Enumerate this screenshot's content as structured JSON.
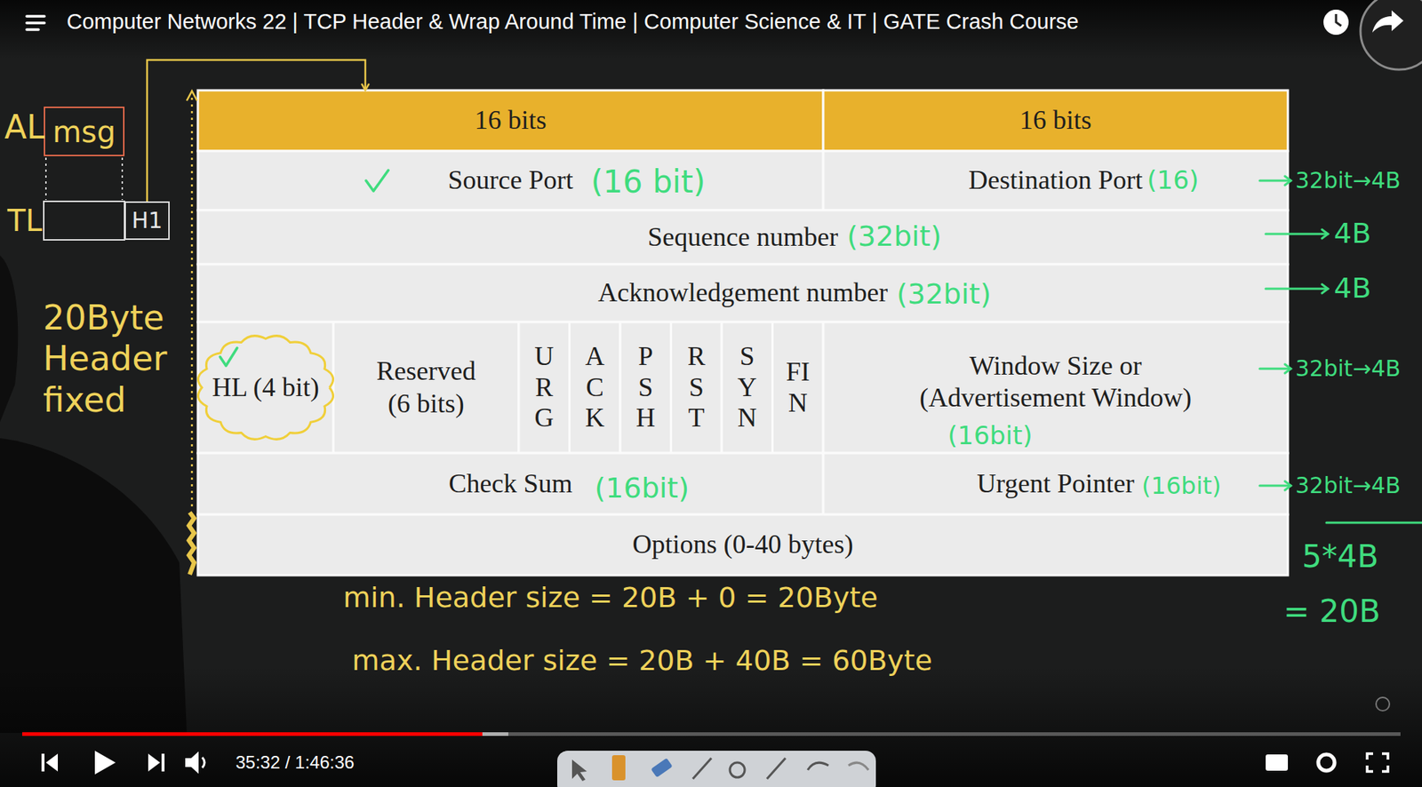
{
  "diagram": {
    "title": "Computer Networks 22 | TCP Header & Wrap Around Time | Computer Science & IT | GATE Crash Course",
    "nodes": [
      {
        "text": [
          "msg"
        ]
      },
      {
        "text": [
          "H1"
        ]
      },
      {
        "text": [
          "16 bits"
        ]
      },
      {
        "text": [
          "16 bits"
        ]
      },
      {
        "text": [
          "Source Port"
        ]
      },
      {
        "text": [
          "Destination Port"
        ]
      },
      {
        "text": [
          "Sequence number"
        ]
      },
      {
        "text": [
          "Acknowledgement number"
        ]
      },
      {
        "text": [
          "HL (4 bit)"
        ]
      },
      {
        "text": [
          "Reserved (6 bits)"
        ]
      },
      {
        "text": [
          "URG"
        ]
      },
      {
        "text": [
          "ACK"
        ]
      },
      {
        "text": [
          "PSH"
        ]
      },
      {
        "text": [
          "RST"
        ]
      },
      {
        "text": [
          "SYN"
        ]
      },
      {
        "text": [
          "FIN"
        ]
      },
      {
        "text": [
          "Window Size or (Advertisement Window)"
        ]
      },
      {
        "text": [
          "Check Sum"
        ]
      },
      {
        "text": [
          "Urgent Pointer"
        ]
      },
      {
        "text": [
          "Options (0-40 bytes)"
        ]
      }
    ],
    "edges": [
      {
        "from": 1,
        "to": 2,
        "arrow": "to"
      }
    ],
    "labels": [
      "AL",
      "TL",
      "20Byte Header fixed",
      "(16 bit)",
      "(16)",
      "32bit→4B",
      "(32bit)",
      "4B",
      "(32bit)",
      "4B",
      "(16bit)",
      "32bit→4B",
      "(16bit)",
      "(16bit)",
      "32bit→4B",
      "5*4B",
      "= 20B",
      "min. Header size = 20B + 0 = 20Byte",
      "max. Header size = 20B + 40B = 60Byte",
      "35:32 / 1:46:36"
    ]
  }
}
